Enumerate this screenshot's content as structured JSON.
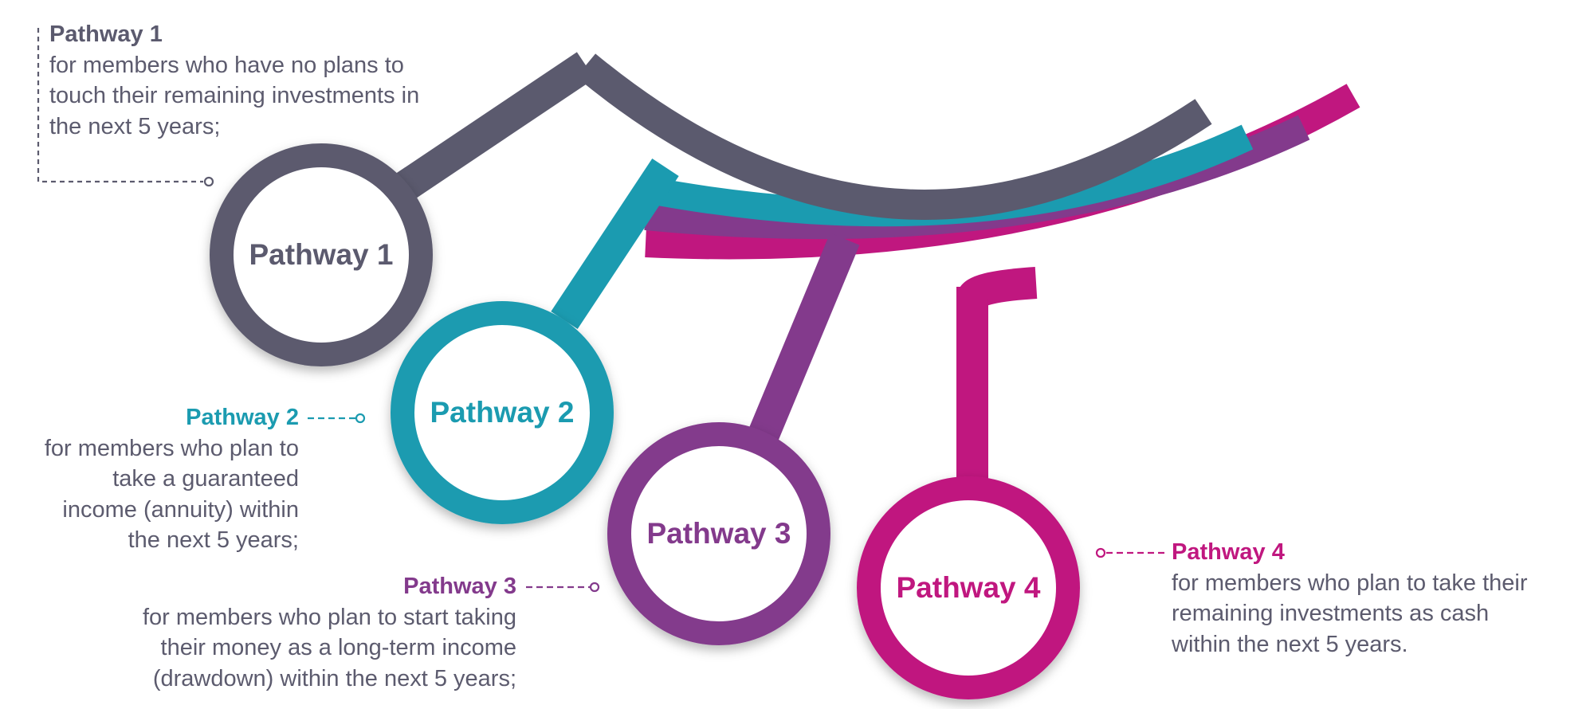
{
  "colors": {
    "pathway_1": "#5b5a6e",
    "pathway_2": "#1b9bb0",
    "pathway_3": "#833a8c",
    "pathway_4": "#c0177f",
    "text": "#5c5b6e"
  },
  "pathways": [
    {
      "id": 1,
      "circle_label": "Pathway 1",
      "title": "Pathway 1",
      "description": "for members who have no plans to\ntouch their remaining investments in\nthe next 5 years;"
    },
    {
      "id": 2,
      "circle_label": "Pathway 2",
      "title": "Pathway 2",
      "description": "for members who plan to\ntake a guaranteed\nincome (annuity) within\nthe next 5 years;"
    },
    {
      "id": 3,
      "circle_label": "Pathway 3",
      "title": "Pathway 3",
      "description": "for members who plan to start taking\ntheir money as a long-term income\n(drawdown) within the next 5 years;"
    },
    {
      "id": 4,
      "circle_label": "Pathway 4",
      "title": "Pathway 4",
      "description": "for members who plan to take their\nremaining investments as cash\nwithin the next 5 years."
    }
  ]
}
